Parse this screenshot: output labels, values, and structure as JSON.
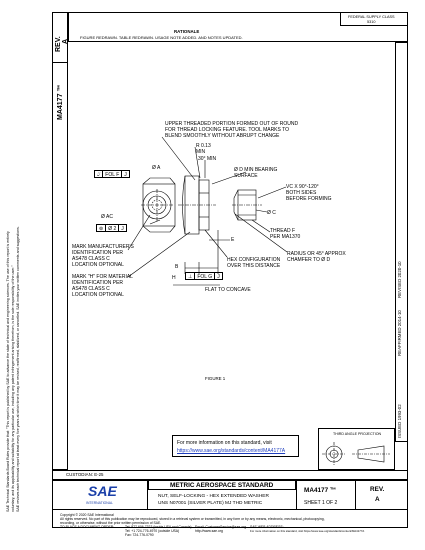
{
  "side_text": {
    "line1": "SAE Technical Standards Board Rules provide that: \"This report is published by SAE to advance the state of technical and engineering sciences. The use of this report is entirely",
    "line2": "voluntary, and its applicability and suitability for any particular use, including any patent infringement arising therefrom, is the sole responsibility of the user.\"",
    "line3": "SAE reviews each technical report at least every five years at which time it may be revised, reaffirmed, stabilized, or cancelled. SAE invites your written comments and suggestions."
  },
  "left_strip": {
    "rev_label": "REV.",
    "rev_value": "A",
    "doc_number": "MA4177 ™"
  },
  "header": {
    "rationale_title": "RATIONALE",
    "rationale_text": "FIGURE REDRAWN. TABLE REDRAWN. USAGE NOTE ADDED. AND NOTES UPDATED.",
    "fsc_label": "FEDERAL SUPPLY CLASS",
    "fsc_value": "5310"
  },
  "right_strip": {
    "issued": "ISSUED 1993-02",
    "reaffirmed": "REAFFIRMED 2014-10",
    "revised": "REVISED 2020-10"
  },
  "drawing": {
    "note_upper": "UPPER THREADED PORTION FORMED OUT OF ROUND",
    "note_upper2": "FOR THREAD LOCKING FEATURE. TOOL MARKS TO",
    "note_upper3": "BLEND SMOOTHLY WITHOUT ABRUPT CHANGE",
    "r_label": "R 0.13",
    "min_label": "MIN",
    "angle_label": "30° MIN",
    "bearing_label": "Ø D MIN BEARING",
    "bearing_label2": "SURFACE",
    "dia_a": "Ø A",
    "dia_ac": "Ø AC",
    "vc_label": "VC X 90°-120°",
    "vc_label2": "BOTH SIDES",
    "vc_label3": "BEFORE FORMING",
    "e_label": "E",
    "c_label": "Ø C",
    "thread_label": "THREAD F",
    "thread_label2": "PER MA1370",
    "radius_label": "RADIUS OR 45° APPROX",
    "radius_label2": "CHAMFER TO Ø D",
    "hex_label": "HEX CONFIGURATION",
    "hex_label2": "OVER THIS DISTANCE",
    "flat_label": "FLAT TO CONCAVE",
    "mark_mfr": "MARK MANUFACTURER'S",
    "mark_mfr2": "IDENTIFICATION PER",
    "mark_mfr3": "AS478 CLASS C",
    "mark_mfr4": "LOCATION OPTIONAL",
    "mark_h": "MARK \"H\" FOR MATERIAL",
    "mark_h2": "IDENTIFICATION PER",
    "mark_h3": "AS478 CLASS C",
    "mark_h4": "LOCATION OPTIONAL",
    "b_label": "B",
    "h_label": "H",
    "fcf_top": [
      "⌰",
      "FOL F",
      "J"
    ],
    "fcf_mid": [
      "⊚",
      "Ø 2",
      "J"
    ],
    "fcf_bottom": [
      "⊥",
      "FOL G",
      "J"
    ],
    "figure_label": "FIGURE 1"
  },
  "info_box": {
    "line1": "For more information on this standard, visit",
    "link": "https://www.sae.org/standards/content/MA4177A"
  },
  "projection": {
    "title": "THIRD ANGLE PROJECTION"
  },
  "custodian": "CUSTODIAN: E-25",
  "title_block": {
    "standard_type": "METRIC AEROSPACE STANDARD",
    "desc1": "NUT, SELF-LOCKING - HEX EXTENDED WASHER",
    "desc2": "UNS N07001 (SILVER PLATE) MJ THD METRIC",
    "doc_number": "MA4177 ™",
    "sheet": "SHEET 1 OF 2",
    "rev_label": "REV.",
    "rev_value": "A",
    "logo_text": "SAE",
    "logo_sub": "INTERNATIONAL"
  },
  "footer": {
    "copyright": "Copyright © 2020 SAE International",
    "rights": "All rights reserved. No part of this publication may be reproduced, stored in a retrieval system or transmitted, in any form or by any means, electronic, mechanical, photocopying,",
    "rights2": "recording, or otherwise, without the prior written permission of SAE.",
    "orders": "TO PLACE A DOCUMENT ORDER:",
    "tel1": "Tel: 877-606-7323 (inside USA and Canada)",
    "tel2": "Tel: +1 724-776-4970 (outside USA)",
    "fax": "Fax: 724-776-0790",
    "email": "Email: CustomerService@sae.org",
    "web": "http://www.sae.org",
    "feedback": "SAE WEB ADDRESS:",
    "feedback2": "For more information on this standard, visit https://www.sae.org/standards/content/MA4177A"
  }
}
